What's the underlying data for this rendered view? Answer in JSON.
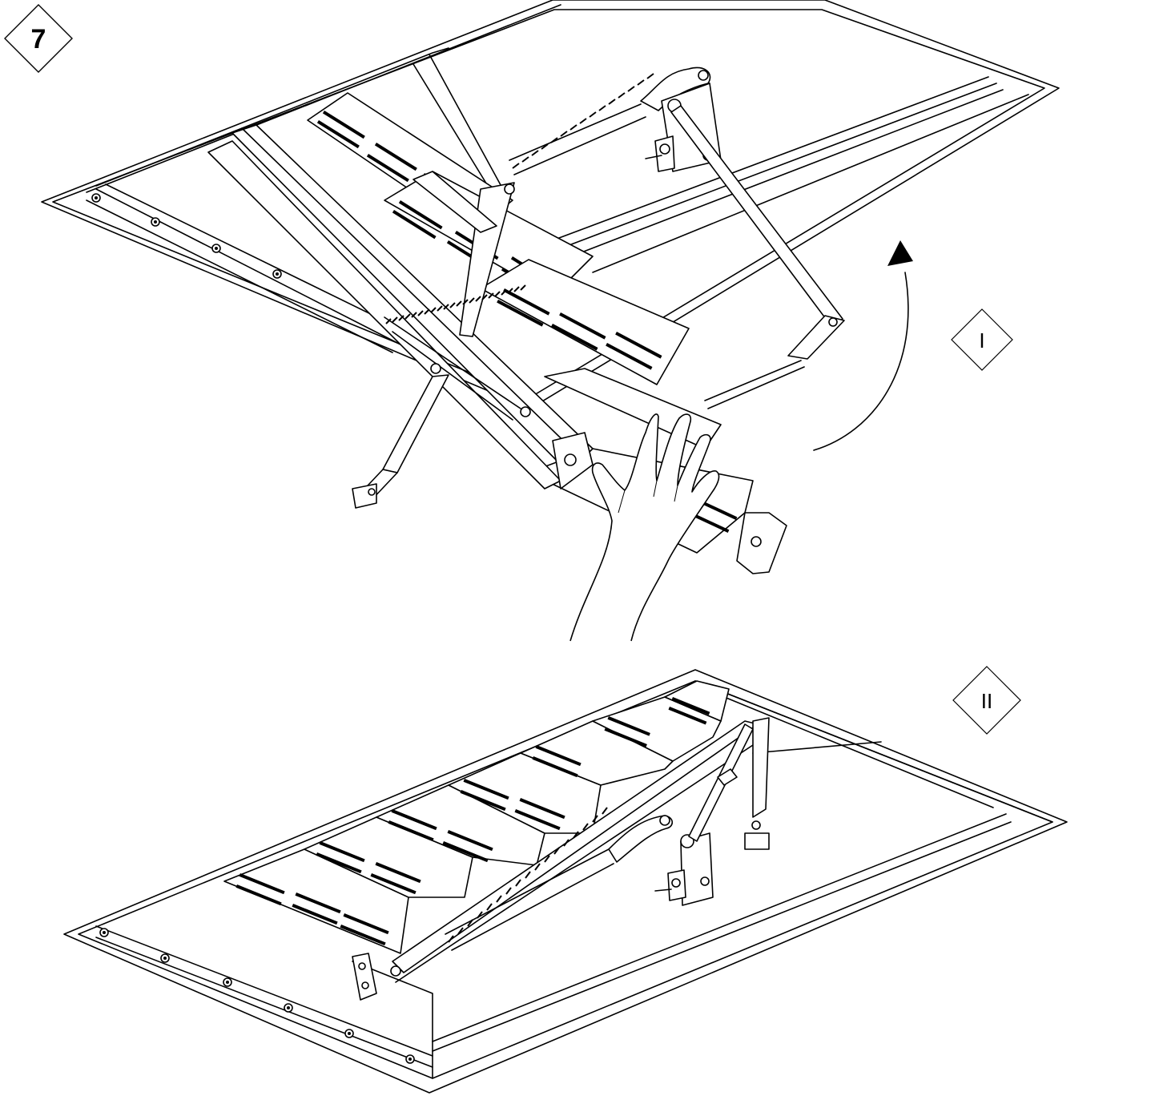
{
  "step": {
    "number": "7"
  },
  "phases": [
    {
      "id": "phase-1",
      "label": "I"
    },
    {
      "id": "phase-2",
      "label": "II"
    }
  ],
  "colors": {
    "line": "#000000",
    "background": "#ffffff"
  },
  "icons": {
    "rotation": "curved-arrow-icon",
    "hand": "hand-icon"
  }
}
